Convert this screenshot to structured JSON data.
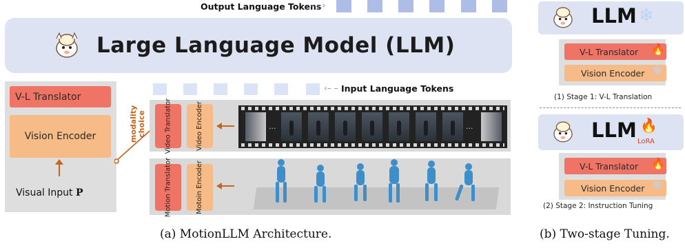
{
  "output_tokens_label": "Output Language Tokens",
  "input_tokens_label": "Input Language Tokens",
  "llm_title": "Large Language Model (LLM)",
  "left_panel": {
    "translator": "V-L Translator",
    "encoder": "Vision Encoder",
    "input_label": "Visual Input",
    "input_symbol": "P"
  },
  "modality_choice": "modality\nchoice",
  "video_translator": "Video\nTranslator",
  "video_encoder": "Video\nEncoder",
  "motion_translator": "Motion\nTranslator",
  "motion_encoder": "Motoin\nEncoder",
  "film_ellipsis": "...",
  "stage1": {
    "llm": "LLM",
    "translator": "V-L Translator",
    "encoder": "Vision Encoder",
    "caption": "(1) Stage 1: V-L Translation"
  },
  "stage2": {
    "llm": "LLM",
    "lora": "LoRA",
    "translator": "V-L Translator",
    "encoder": "Vision Encoder",
    "caption": "(2) Stage 2: Instruction Tuning"
  },
  "caption_a": "(a) MotionLLM Architecture.",
  "caption_b": "(b) Two-stage Tuning.",
  "colors": {
    "llm_bg": "#dde3f3",
    "token": "#aebde6",
    "translator": "#f07466",
    "encoder": "#f6bb86",
    "arrow": "#c8661e",
    "fire": "#e53b1f",
    "snow": "#bcd3f5"
  },
  "icons": [
    "alpaca-icon",
    "fire-icon",
    "snowflake-icon"
  ]
}
